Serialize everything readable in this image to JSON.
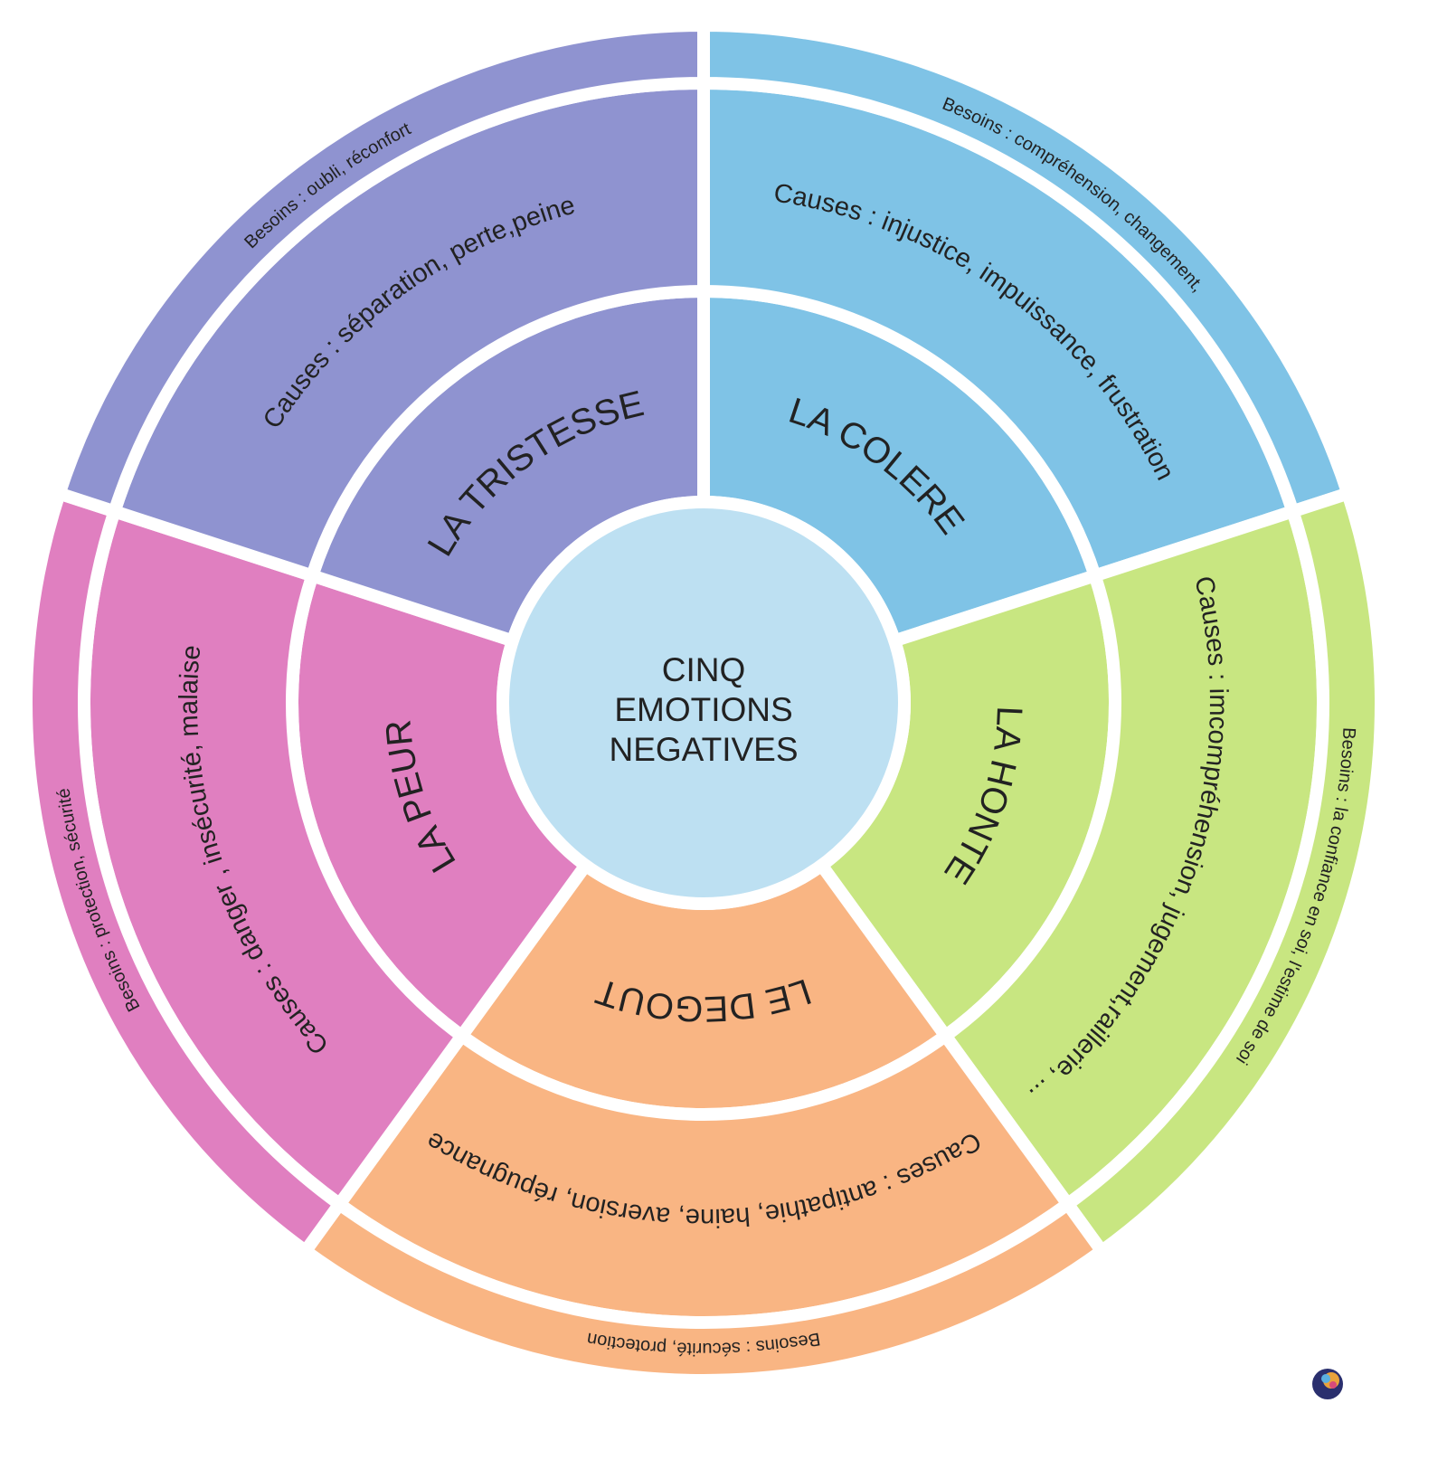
{
  "center": {
    "lines": [
      "CINQ",
      "EMOTIONS",
      "NEGATIVES"
    ],
    "color": "#bde0f2"
  },
  "emotions": [
    {
      "id": "colere",
      "name": "LA COLERE",
      "causes": "Causes : injustice, impuissance, frustration",
      "besoins": "Besoins : compréhension, changement,",
      "color": "#7fc3e6"
    },
    {
      "id": "honte",
      "name": "LA HONTE",
      "causes": "Causes : imcompréhension, jugement,raillerie, ...",
      "besoins": "Besoins : la confiance en soi, l'estime de soi",
      "color": "#c8e681"
    },
    {
      "id": "degout",
      "name": "LE DEGOUT",
      "causes": "Causes : antipathie, haine, aversion, répugnance",
      "besoins": "Besoins : sécurité, protection",
      "color": "#f9b583"
    },
    {
      "id": "peur",
      "name": "LA PEUR",
      "causes": "Causes : danger , insécurité, malaise",
      "besoins": "Besoins : protection, sécurité",
      "color": "#e07fc0"
    },
    {
      "id": "tristesse",
      "name": "LA TRISTESSE",
      "causes": "Causes : séparation, perte,peine",
      "besoins": "Besoins : oubli, réconfort",
      "color": "#8f93d0"
    }
  ],
  "logo": {
    "icon": "brain-logo-icon"
  }
}
